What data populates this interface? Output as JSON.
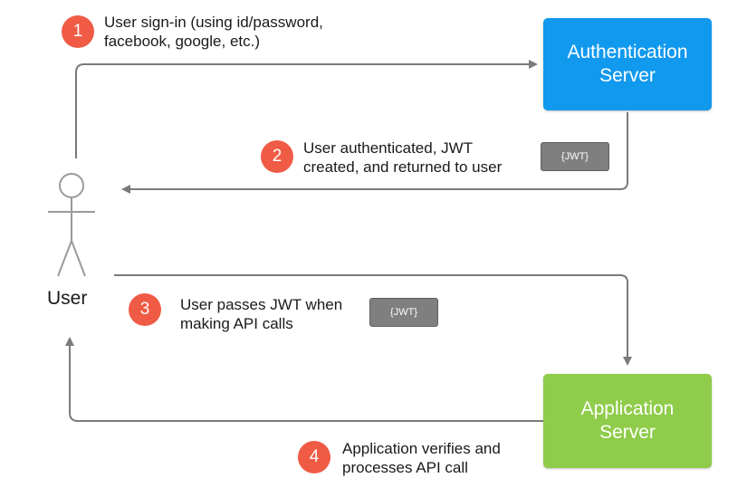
{
  "colors": {
    "auth_server": "#1199ee",
    "app_server": "#8fcc4a",
    "badge": "#ef5b45",
    "token": "#7f7f7f",
    "line": "#7a7a7a"
  },
  "actors": {
    "user": "User",
    "auth_server": [
      "Authentication",
      "Server"
    ],
    "app_server": [
      "Application",
      "Server"
    ]
  },
  "steps": [
    {
      "number": "1",
      "lines": [
        "User sign-in (using id/password,",
        "facebook, google, etc.)"
      ]
    },
    {
      "number": "2",
      "lines": [
        "User authenticated, JWT",
        "created, and returned to user"
      ]
    },
    {
      "number": "3",
      "lines": [
        "User passes JWT when",
        "making API calls"
      ]
    },
    {
      "number": "4",
      "lines": [
        "Application verifies and",
        "processes API call"
      ]
    }
  ],
  "tokens": [
    "{JWT}",
    "{JWT}"
  ]
}
